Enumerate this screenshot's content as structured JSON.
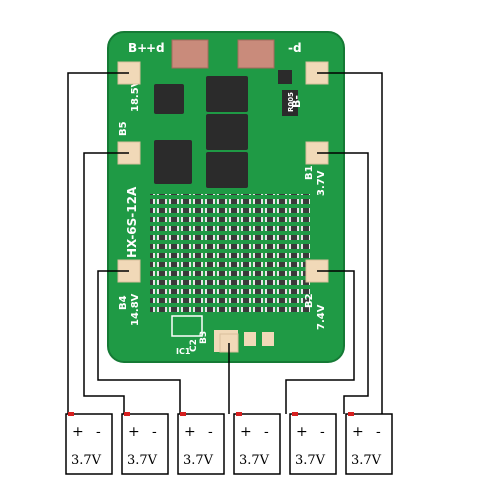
{
  "board": {
    "model": "HX-6S-12A",
    "pads": {
      "b_plus": "B+",
      "d_plus": "+d",
      "d_minus": "-d",
      "b_minus": "B-",
      "b1": "B1",
      "b2": "B2",
      "b4": "B4",
      "b5": "B5",
      "b3": "B3"
    },
    "voltages": {
      "b1": "3.7V",
      "b2": "7.4V",
      "b4": "14.8V",
      "b5": "18.5V"
    },
    "misc_labels": {
      "r_code": "R005",
      "c_code": "C2",
      "ic_code": "IC1"
    }
  },
  "cells": [
    {
      "positive": "+",
      "negative": "-",
      "voltage": "3.7V"
    },
    {
      "positive": "+",
      "negative": "-",
      "voltage": "3.7V"
    },
    {
      "positive": "+",
      "negative": "-",
      "voltage": "3.7V"
    },
    {
      "positive": "+",
      "negative": "-",
      "voltage": "3.7V"
    },
    {
      "positive": "+",
      "negative": "-",
      "voltage": "3.7V"
    },
    {
      "positive": "+",
      "negative": "-",
      "voltage": "3.7V"
    }
  ],
  "colors": {
    "pcb": "#1f9a45",
    "pcb_dark": "#157a35",
    "pad": "#f1d9b8",
    "copper_pad": "#c98b7b",
    "chip": "#2b2b2b",
    "wire": "#000000",
    "terminal": "#d61f1f"
  }
}
